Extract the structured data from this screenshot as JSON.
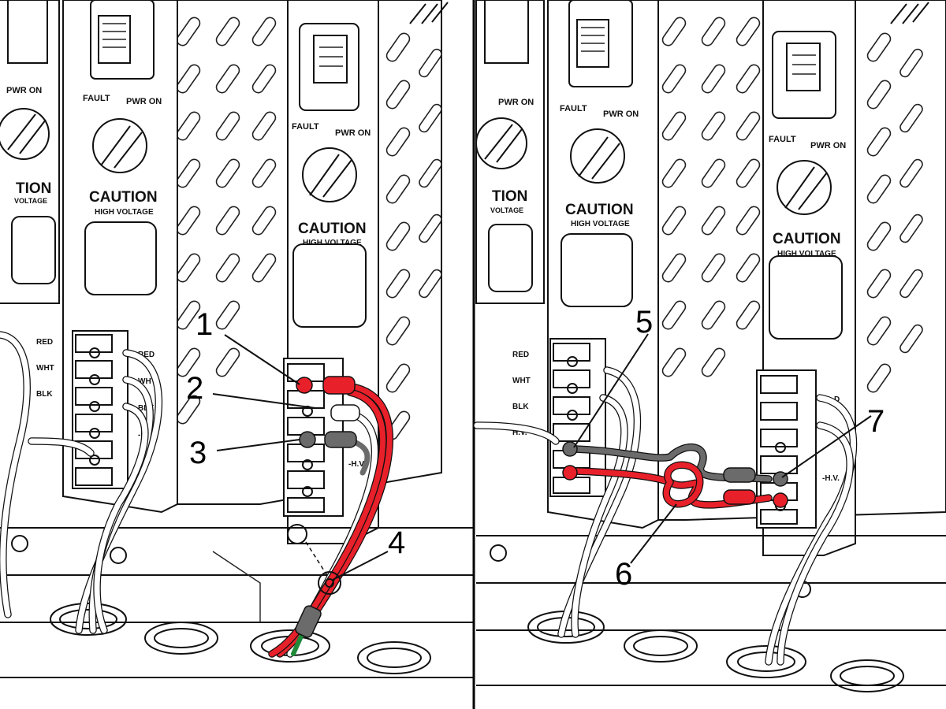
{
  "panels": {
    "left": {
      "module_left": {
        "fault": "",
        "pwr_on": "PWR ON",
        "caution": "TION",
        "high_voltage": "VOLTAGE"
      },
      "module_mid": {
        "fault": "FAULT",
        "pwr_on": "PWR ON",
        "caution": "CAUTION",
        "high_voltage": "HIGH VOLTAGE"
      },
      "module_right": {
        "fault": "FAULT",
        "pwr_on": "PWR ON",
        "caution": "CAUTION",
        "high_voltage": "HIGH VOLTAGE"
      },
      "terminal_labels": [
        "RED",
        "WHT",
        "BLK",
        "-H.V."
      ],
      "terminal_labels_left": [
        "RED",
        "WHT",
        "BLK"
      ]
    },
    "right": {
      "module_left": {
        "pwr_on": "PWR ON",
        "caution": "TION",
        "high_voltage": "VOLTAGE"
      },
      "module_mid": {
        "fault": "FAULT",
        "pwr_on": "PWR ON",
        "caution": "CAUTION",
        "high_voltage": "HIGH VOLTAGE"
      },
      "module_right": {
        "fault": "FAULT",
        "pwr_on": "PWR ON",
        "caution": "CAUTION",
        "high_voltage": "HIGH VOLTAGE"
      },
      "terminal_labels_mid": [
        "RED",
        "WHT",
        "BLK",
        "H.V."
      ],
      "terminal_labels_right": [
        "D",
        "-H.V."
      ]
    }
  },
  "callouts": [
    "1",
    "2",
    "3",
    "4",
    "5",
    "6",
    "7"
  ],
  "colors": {
    "red_wire": "#e8202a",
    "gray_wire": "#6b6b6b",
    "green_wire": "#1f8a3a",
    "line": "#111111"
  }
}
